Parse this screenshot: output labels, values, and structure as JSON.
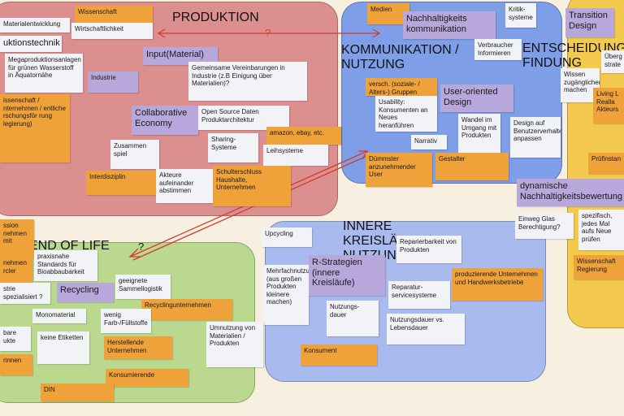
{
  "zones": {
    "produktion": "PRODUKTION",
    "kommunikation": "KOMMUNIKATION / NUTZUNG",
    "entscheidung": "ENTSCHEIDUNG FINDUNG",
    "innere": "INNERE KREISLÄUFE / NUTZUNG",
    "endoflife": "END OF LIFE"
  },
  "question_marks": [
    "?",
    "?"
  ],
  "notes": {
    "materialentwicklung": "Materialentwicklung",
    "wissenschaft_top": "Wissenschaft",
    "wirtschaftlichkeit": "Wirtschaftlichkeit",
    "produktionstechnik": "uktionstechnik",
    "megaproduktion": "Megaproduktionsanlagen für grünen Wasserstoff in Äquatornähe",
    "input_material": "Input(Material)",
    "industrie": "Industrie",
    "vereinbarungen": "Gemeinsame Vereinbarungen in Industrie (z.B Einigung über Materialien)?",
    "wissenschaft_left": "issenschaft / nternehmen / entliche rschungsför rung legierung)",
    "collaborative": "Collaborative Economy",
    "opensource": "Open Source Daten Produktarchitektur",
    "amazon": "amazon, ebay, etc.",
    "zusammenspiel": "Zusammen spiel",
    "sharing": "Sharing-Systeme",
    "leihsysteme": "Leihsysteme",
    "interdisziplin": "Interdisziplin",
    "akteure": "Akteure aufeinander abstimmen",
    "schulterschluss": "Schulterschluss Haushalte, Unternehmen",
    "medien": "Medien",
    "nachhaltigkeitskomm": "Nachhaltigkeits kommunikation",
    "kritiksysteme": "Kritik-systeme",
    "verbraucher": "Verbraucher Informieren",
    "versch_gruppen": "versch. (soziale- / Alters-) Gruppen",
    "usability": "Usability: Konsumenten an Neues heranführen",
    "user_oriented": "User-oriented Design",
    "narrativ": "Narrativ",
    "wandel": "Wandel im Umgang mit Produkten",
    "design_benutzer": "Design auf Benutzerverhalten anpassen",
    "duemmster": "Dümmster anzunehmender User",
    "gestalter": "Gestalter",
    "transition": "Transition Design",
    "uebergeord": "Überg strate",
    "wissen_zugaenglicher": "Wissen zugänglicher machen",
    "living_lab": "Living L Realla Akteurs",
    "pruefinstanz": "Prüfinstan",
    "dyn_bewertung": "dynamische Nachhaltigkeitsbewertung",
    "einweg_glas": "Einweg Glas Berechtigung?",
    "spezifisch": "spezifisch, jedes Mal aufs Neue prüfen",
    "wissenschaft_regierung": "Wissenschaft Regierung",
    "upcycling": "Upcycling",
    "reparierbarkeit": "Reparierbarkeit von Produkten",
    "mehrfachnutzung": "Mehrfachnutzung (aus großen Produkten kleinere machen)",
    "r_strategien": "R-Strategien (innere Kreisläufe)",
    "produzierende": "produzierende Unternehmen und Handwerksbetriebe",
    "reparatur": "Reparatur-servicesysteme",
    "nutzungsdauer": "Nutzungs-dauer",
    "nutzungsdauer_vs": "Nutzungsdauer vs. Lebensdauer",
    "konsument": "Konsument",
    "emission": "ssion nehmen mit",
    "praxisnahe": "praxisnahe Standards für Bioabbaubarkeit",
    "nehmen_rcler": "nehmen rcler",
    "geeignete": "geeignete Sammellogistik",
    "spezialisiert": "strie spezialisiert ?",
    "recycling": "Recycling",
    "monomaterial": "Monomaterial",
    "recyclingunternehmen": "Recyclingunternehmen",
    "wenig_farb": "wenig Farb-/Füllstoffe",
    "bare_ukte": "bare ukte",
    "keine_etiketten": "keine Etiketten",
    "herstellende": "Herstellende Unternehmen",
    "umnutzung": "Umnutzung von Materialien / Produkten",
    "rinnen": "rinnen",
    "konsumierende": "Konsumierende",
    "din": "DIN"
  },
  "colors": {
    "produktion_zone": "#dc8f8f",
    "kommunikation_zone": "#7f9ee8",
    "entscheidung_zone": "#f3ca4d",
    "innere_zone": "#a9bbee",
    "endoflife_zone": "#bad98f",
    "arrow": "#d23b2f",
    "note_white": "#f2f3f7",
    "note_orange": "#f0a23a",
    "note_purple": "#b7a7db"
  }
}
